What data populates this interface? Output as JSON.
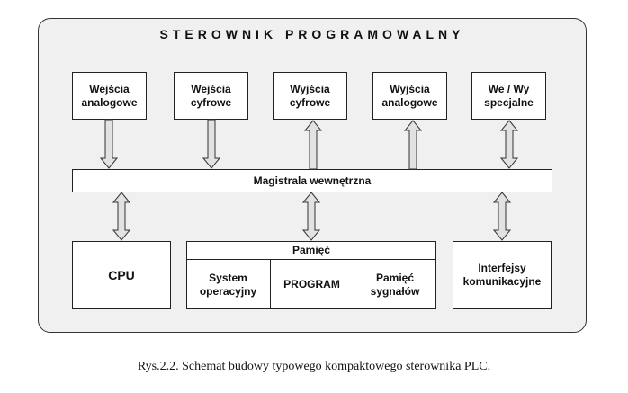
{
  "diagram": {
    "title": "STEROWNIK  PROGRAMOWALNY",
    "inputs": [
      {
        "line1": "Wejścia",
        "line2": "analogowe"
      },
      {
        "line1": "Wejścia",
        "line2": "cyfrowe"
      },
      {
        "line1": "Wyjścia",
        "line2": "cyfrowe"
      },
      {
        "line1": "Wyjścia",
        "line2": "analogowe"
      },
      {
        "line1": "We / Wy",
        "line2": "specjalne"
      }
    ],
    "bus": "Magistrala wewnętrzna",
    "cpu": "CPU",
    "memory": {
      "header": "Pamięć",
      "system_line1": "System",
      "system_line2": "operacyjny",
      "program": "PROGRAM",
      "signals_line1": "Pamięć",
      "signals_line2": "sygnałów"
    },
    "interfaces_line1": "Interfejsy",
    "interfaces_line2": "komunikacyjne"
  },
  "caption": "Rys.2.2. Schemat budowy typowego kompaktowego sterownika PLC."
}
